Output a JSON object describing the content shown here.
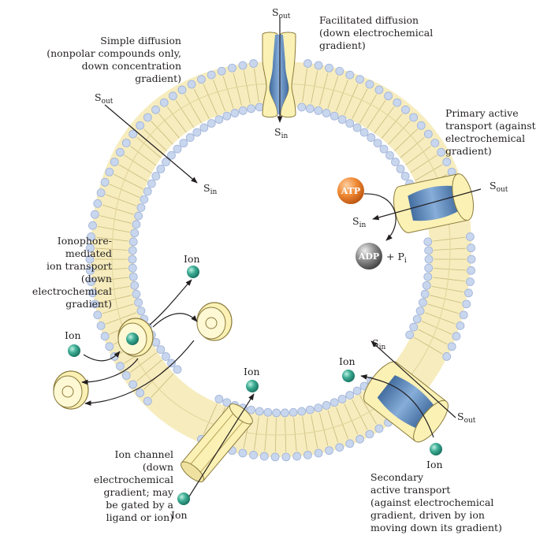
{
  "labels": {
    "simple_diffusion": [
      "Simple diffusion",
      "(nonpolar compounds only,",
      "down concentration",
      "gradient)"
    ],
    "facilitated_diffusion": [
      "Facilitated diffusion",
      "(down electrochemical",
      "gradient)"
    ],
    "primary_active": [
      "Primary active",
      "transport (against",
      "electrochemical",
      "gradient)"
    ],
    "ionophore": [
      "Ionophore-",
      "mediated",
      "ion transport",
      "(down",
      "electrochemical",
      "gradient)"
    ],
    "ion_channel": [
      "Ion channel",
      "(down",
      "electrochemical",
      "gradient; may",
      "be gated by a",
      "ligand or ion)"
    ],
    "secondary_active": [
      "Secondary",
      "active transport",
      "(against electrochemical",
      "gradient, driven by ion",
      "moving down its gradient)"
    ]
  },
  "symbols": {
    "s": "S",
    "out": "out",
    "in": "in",
    "ion": "Ion",
    "atp": "ATP",
    "adp": "ADP",
    "plus_p": "+ P",
    "p_sub": "i"
  },
  "colors": {
    "membrane_fill": "#f6ecbe",
    "membrane_line": "#c9b97a",
    "head": "#c8d6ee",
    "head_stroke": "#9fb2d6",
    "protein_fill": "#fbf1b4",
    "protein_stroke": "#8a7a3c",
    "channel_blue": "#4a7fc0",
    "ion_green": "#1e8f7a",
    "atp_orange": "#e8731e",
    "adp_gray": "#6d6d6d"
  }
}
